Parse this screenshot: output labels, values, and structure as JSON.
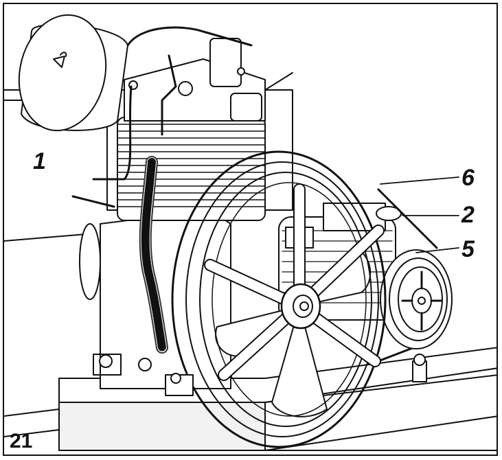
{
  "figure": {
    "number": "21",
    "callouts": [
      {
        "id": "1",
        "label": "1"
      },
      {
        "id": "6",
        "label": "6"
      },
      {
        "id": "2",
        "label": "2"
      },
      {
        "id": "5",
        "label": "5"
      }
    ]
  },
  "colors": {
    "line": "#111111",
    "background": "#ffffff",
    "shade": "#d9d9d9"
  }
}
